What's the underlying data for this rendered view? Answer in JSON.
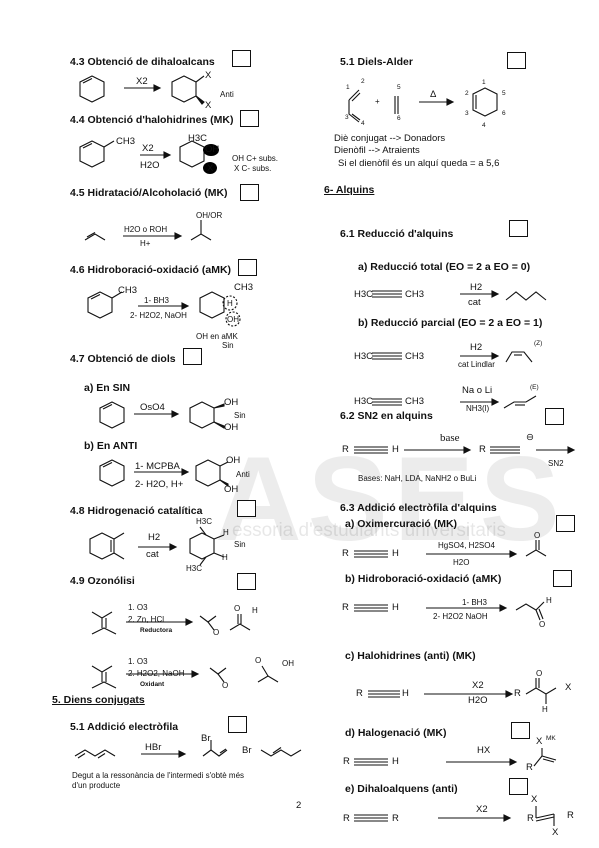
{
  "watermark": {
    "logo": "ASES",
    "tagline": "essoria d'estudiants universitaris"
  },
  "left": {
    "s43": {
      "title": "4.3 Obtenció de dihaloalcans",
      "reagent": "X2",
      "x1": "X",
      "x2": "X",
      "note": "Anti"
    },
    "s44": {
      "title": "4.4 Obtenció d'halohidrines (MK)",
      "r1": "X2",
      "r2": "H2O",
      "ch3": "CH3",
      "h3c": "H3C",
      "oh": "OH",
      "x": "X",
      "n1": "OH C+ subs.",
      "n2": "X C- subs."
    },
    "s45": {
      "title": "4.5 Hidratació/Alcoholació (MK)",
      "r1": "H2O o ROH",
      "r2": "H+",
      "prod": "OH/OR"
    },
    "s46": {
      "title": "4.6 Hidroboració-oxidació (aMK)",
      "ch3": "CH3",
      "r1": "1- BH3",
      "r2": "2- H2O2, NaOH",
      "pch3": "CH3",
      "h": "H",
      "oh": "OH",
      "n1": "OH en aMK",
      "n2": "Sin"
    },
    "s47": {
      "title": "4.7 Obtenció de diols",
      "a": {
        "title": "a) En SIN",
        "reagent": "OsO4",
        "oh1": "OH",
        "oh2": "OH",
        "note": "Sin"
      },
      "b": {
        "title": "b) En ANTI",
        "r1": "1- MCPBA",
        "r2": "2- H2O, H+",
        "oh1": "OH",
        "oh2": "OH",
        "note": "Anti"
      }
    },
    "s48": {
      "title": "4.8 Hidrogenació catalítica",
      "r1": "H2",
      "r2": "cat",
      "h3c1": "H3C",
      "h3c2": "H3C",
      "h1": "H",
      "h2": "H",
      "note": "Sin"
    },
    "s49": {
      "title": "4.9 Ozonólisi",
      "a": {
        "r1": "1. O3",
        "r2": "2. Zn, HCl",
        "r3": "Reductora",
        "o1": "O",
        "o2": "O",
        "h": "H"
      },
      "b": {
        "r1": "1. O3",
        "r2": "2. H2O2, NaOH",
        "r3": "Oxidant",
        "o1": "O",
        "o2": "O",
        "oh": "OH"
      }
    },
    "s5": {
      "title": "5. Diens conjugats"
    },
    "s51": {
      "title": "5.1 Addició electròfila",
      "reagent": "HBr",
      "br1": "Br",
      "br2": "Br",
      "note1": "Degut a la ressonància de l'intermedi s'obtè més",
      "note2": "d'un producte"
    }
  },
  "right": {
    "s51da": {
      "title": "5.1 Diels-Alder",
      "delta": "Δ",
      "plus": "+",
      "n1": "1",
      "n2": "2",
      "n3": "3",
      "n4": "4",
      "n5": "5",
      "n6": "6",
      "p1": "1",
      "p2": "2",
      "p3": "3",
      "p4": "4",
      "p5": "5",
      "p6": "6",
      "l1": "Diè conjugat --> Donadors",
      "l2": "Dienòfil --> Atraients",
      "l3": "Si el dienòfil és un alquí queda = a 5,6"
    },
    "s6": {
      "title": "6- Alquins"
    },
    "s61": {
      "title": "6.1 Reducció d'alquins",
      "a": {
        "title": "a) Reducció total (EO = 2 a EO = 0)",
        "left": "H3C",
        "right": "CH3",
        "r1": "H2",
        "r2": "cat"
      },
      "b": {
        "title": "b) Reducció parcial (EO = 2 a EO = 1)",
        "left": "H3C",
        "right": "CH3",
        "r1": "H2",
        "r2": "cat Lindlar",
        "z": "(Z)"
      },
      "c": {
        "left": "H3C",
        "right": "CH3",
        "r1": "Na o Li",
        "r2": "NH3(l)",
        "e": "(E)"
      }
    },
    "s62": {
      "title": "6.2 SN2 en alquins",
      "r": "R",
      "h": "H",
      "base": "base",
      "pr": "R",
      "charge": "⊖",
      "sn2": "SN2",
      "bases": "Bases: NaH, LDA, NaNH2 o BuLi"
    },
    "s63": {
      "title": "6.3 Addició electròfila d'alquins",
      "a": {
        "title": "a) Oximercuració (MK)",
        "r": "R",
        "h": "H",
        "r1": "HgSO4, H2SO4",
        "r2": "H2O",
        "o": "O"
      },
      "b": {
        "title": "b) Hidroboració-oxidació (aMK)",
        "r": "R",
        "h": "H",
        "r1": "1- BH3",
        "r2": "2- H2O2 NaOH",
        "o": "O",
        "ph": "H"
      },
      "c": {
        "title": "c) Halohidrines (anti) (MK)",
        "r": "R",
        "h": "H",
        "r1": "X2",
        "r2": "H2O",
        "o": "O",
        "x": "X",
        "ph": "H"
      },
      "d": {
        "title": "d) Halogenació (MK)",
        "r": "R",
        "h": "H",
        "r1": "HX",
        "x": "X",
        "mk": "MK"
      },
      "e": {
        "title": "e) Dihaloalquens (anti)",
        "r": "R",
        "r2": "R",
        "reagent": "X2",
        "x1": "X",
        "x2": "X"
      }
    }
  },
  "page_number": "2"
}
